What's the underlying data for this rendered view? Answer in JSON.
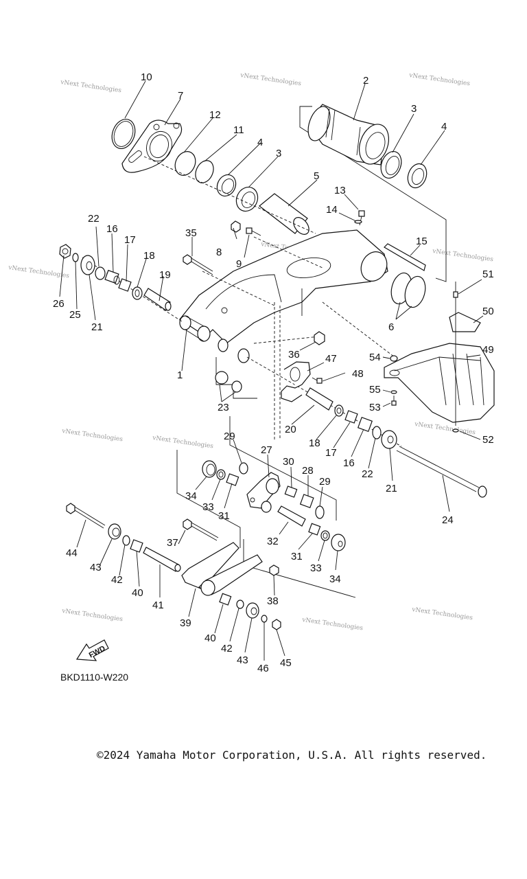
{
  "diagram": {
    "title": "Rear Arm / Swingarm Exploded View",
    "figure_code": "BKD1110-W220",
    "fwd_label": "FWD",
    "watermark": "vNext Technologies",
    "callouts": [
      "1",
      "2",
      "3",
      "4",
      "5",
      "6",
      "7",
      "8",
      "9",
      "10",
      "11",
      "12",
      "13",
      "14",
      "15",
      "16",
      "17",
      "18",
      "19",
      "20",
      "21",
      "22",
      "23",
      "24",
      "25",
      "26",
      "27",
      "28",
      "29",
      "30",
      "31",
      "32",
      "33",
      "34",
      "35",
      "36",
      "37",
      "38",
      "39",
      "40",
      "41",
      "42",
      "43",
      "44",
      "45",
      "46",
      "47",
      "48",
      "49",
      "50",
      "51",
      "52",
      "53",
      "54",
      "55"
    ],
    "duplicate_callouts": {
      "3b": "3",
      "4b": "4",
      "16b": "16",
      "17b": "17",
      "18b": "18",
      "21b": "21",
      "22b": "22",
      "29b": "29",
      "31b": "31",
      "33b": "33",
      "34b": "34",
      "40b": "40",
      "42b": "42",
      "43b": "43"
    }
  },
  "footer": {
    "copyright": "©2024 Yamaha Motor Corporation, U.S.A. All rights reserved."
  }
}
